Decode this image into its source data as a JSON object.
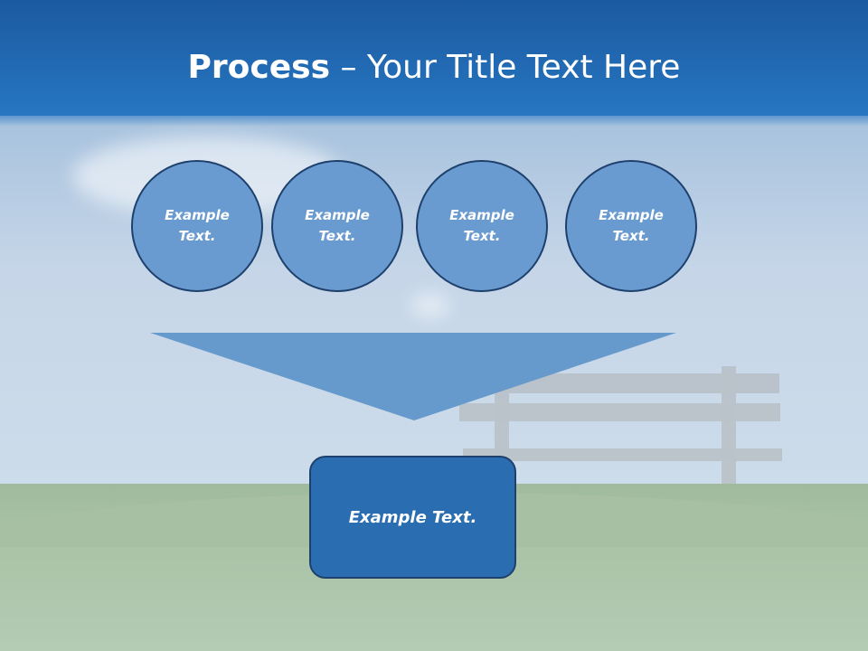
{
  "title": {
    "bold_part": "Process",
    "rest": " – Your Title Text Here"
  },
  "circles": [
    {
      "line1": "Example",
      "line2": "Text."
    },
    {
      "line1": "Example",
      "line2": "Text."
    },
    {
      "line1": "Example",
      "line2": "Text."
    },
    {
      "line1": "Example",
      "line2": "Text."
    }
  ],
  "result": {
    "label": "Example Text."
  },
  "colors": {
    "header": "#2676c2",
    "circle_fill": "#6a9bd0",
    "circle_border": "#1e406d",
    "funnel_fill": "#6699cc",
    "result_fill": "#2a6db1"
  }
}
